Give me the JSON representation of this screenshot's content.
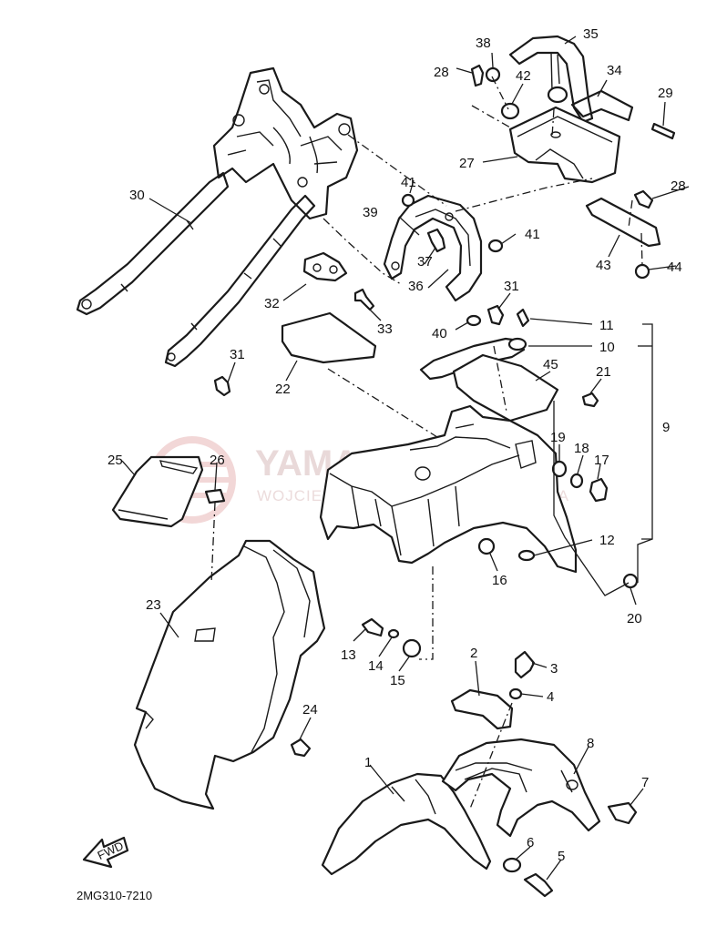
{
  "diagram": {
    "drawing_code": "2MG310-7210",
    "front_label": "FWD",
    "watermark": {
      "title": "YAMA-SKLEP.EU",
      "subtitle": "WOJCIECH SOCHA - DEALER YAMAHA",
      "logo_color": "#e8b8b8"
    },
    "callouts": [
      "1",
      "2",
      "3",
      "4",
      "5",
      "6",
      "7",
      "8",
      "9",
      "10",
      "11",
      "12",
      "13",
      "14",
      "15",
      "16",
      "17",
      "18",
      "19",
      "20",
      "21",
      "22",
      "23",
      "24",
      "25",
      "26",
      "27",
      "28",
      "28",
      "29",
      "30",
      "31",
      "31",
      "32",
      "33",
      "34",
      "35",
      "36",
      "37",
      "38",
      "39",
      "40",
      "41",
      "41",
      "42",
      "43",
      "44",
      "45"
    ]
  }
}
